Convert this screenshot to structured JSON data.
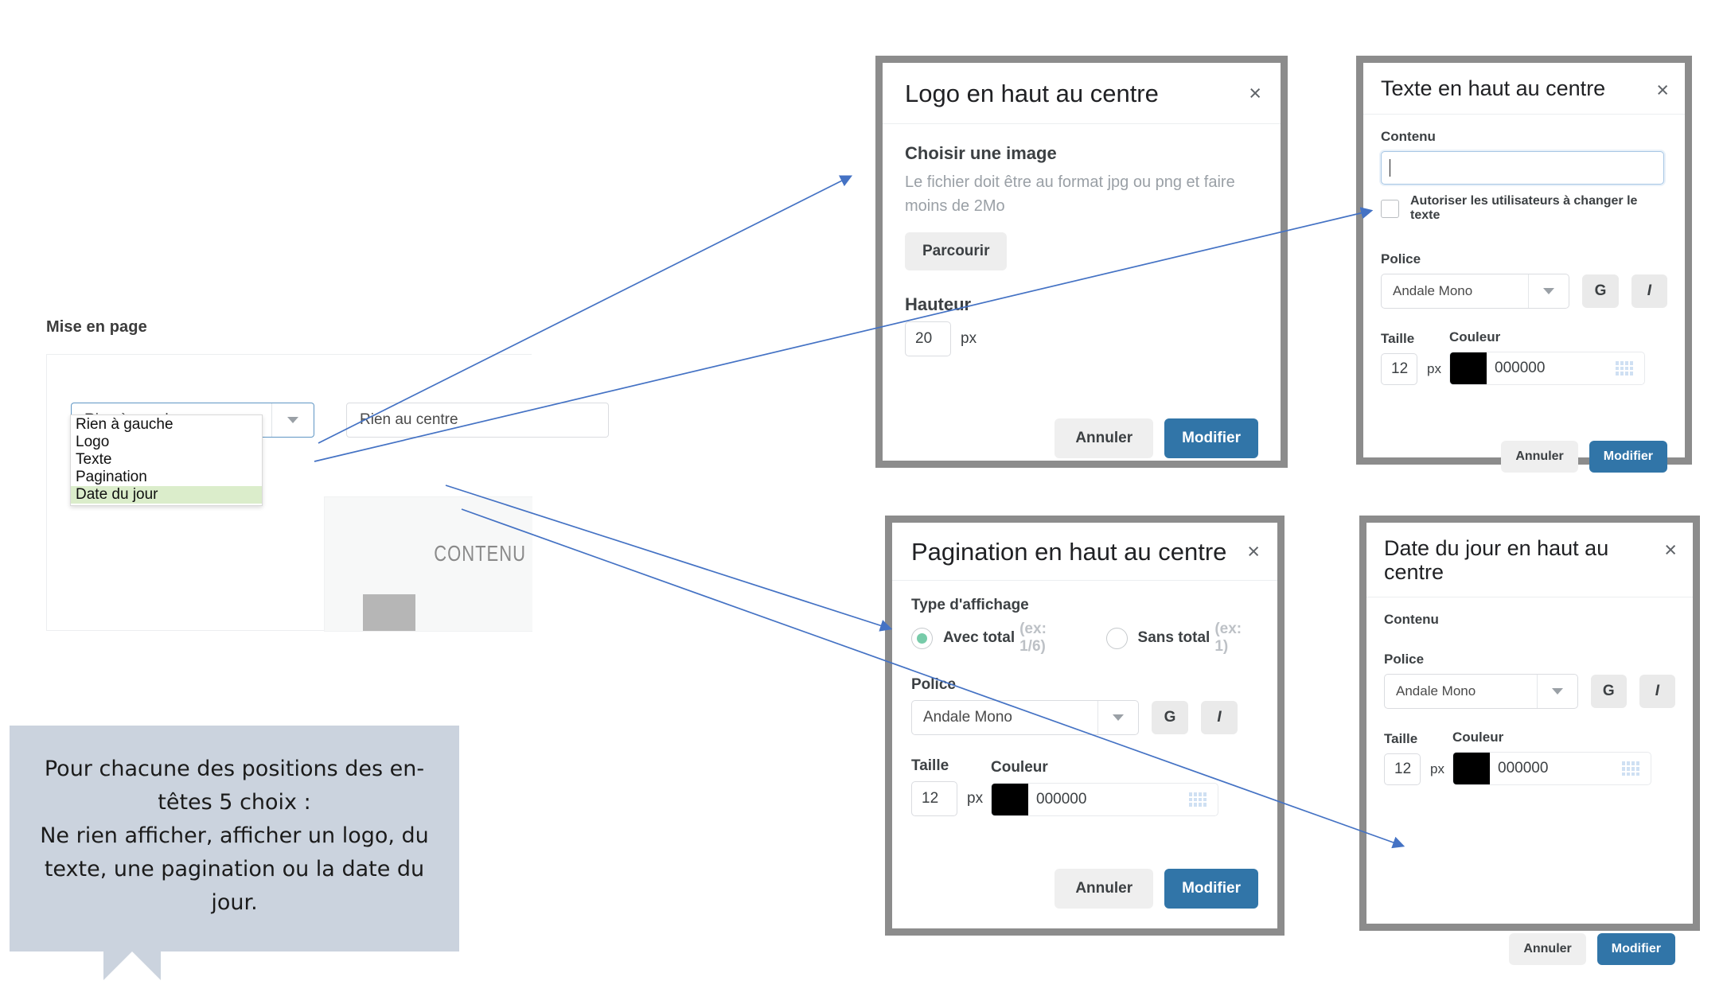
{
  "background_form": {
    "title": "Mise en page",
    "selects": [
      {
        "value": "Rien à gauche",
        "name": "header-left-select"
      },
      {
        "value": "Rien au centre",
        "name": "header-center-select"
      }
    ],
    "dropdown_options": [
      "Rien à gauche",
      "Logo",
      "Texte",
      "Pagination",
      "Date du jour"
    ],
    "dropdown_highlighted": "Date du jour",
    "preview": {
      "content_label": "CONTENU"
    }
  },
  "callout": {
    "text": "Pour chacune des positions des en-têtes 5 choix :\nNe rien afficher, afficher un logo, du texte, une pagination ou la date du jour."
  },
  "dialogs": {
    "logo": {
      "title": "Logo en haut au centre",
      "close_icon": "×",
      "image_label": "Choisir une image",
      "image_hint": "Le fichier doit être au format jpg ou png et faire moins de 2Mo",
      "browse_label": "Parcourir",
      "height_label": "Hauteur",
      "height_value": "20",
      "height_unit": "px",
      "cancel_label": "Annuler",
      "confirm_label": "Modifier"
    },
    "texte": {
      "title": "Texte en haut au centre",
      "close_icon": "×",
      "content_label": "Contenu",
      "content_value": "",
      "checkbox_label": "Autoriser les utilisateurs à changer le texte",
      "checkbox_checked": false,
      "font_label": "Police",
      "font_value": "Andale Mono",
      "bold_label": "G",
      "italic_label": "I",
      "size_label": "Taille",
      "size_value": "12",
      "size_unit": "px",
      "color_label": "Couleur",
      "color_hex": "000000",
      "color_swatch": "#000000",
      "cancel_label": "Annuler",
      "confirm_label": "Modifier"
    },
    "pagination": {
      "title": "Pagination en haut au centre",
      "close_icon": "×",
      "display_type_label": "Type d'affichage",
      "options": [
        {
          "label": "Avec total",
          "example": "(ex: 1/6)",
          "selected": true
        },
        {
          "label": "Sans total",
          "example": "(ex: 1)",
          "selected": false
        }
      ],
      "font_label": "Police",
      "font_value": "Andale Mono",
      "bold_label": "G",
      "italic_label": "I",
      "size_label": "Taille",
      "size_value": "12",
      "size_unit": "px",
      "color_label": "Couleur",
      "color_hex": "000000",
      "color_swatch": "#000000",
      "cancel_label": "Annuler",
      "confirm_label": "Modifier"
    },
    "date": {
      "title": "Date du jour en haut au centre",
      "close_icon": "×",
      "content_label": "Contenu",
      "font_label": "Police",
      "font_value": "Andale Mono",
      "bold_label": "G",
      "italic_label": "I",
      "size_label": "Taille",
      "size_value": "12",
      "size_unit": "px",
      "color_label": "Couleur",
      "color_hex": "000000",
      "color_swatch": "#000000",
      "cancel_label": "Annuler",
      "confirm_label": "Modifier"
    }
  },
  "colors": {
    "primary_button": "#3175a8",
    "radio_selected": "#77cba9",
    "arrow": "#4472c4",
    "dropdown_highlight": "#dbedcb",
    "callout_bg": "#cbd3de",
    "dialog_border": "#8c8c8c"
  }
}
